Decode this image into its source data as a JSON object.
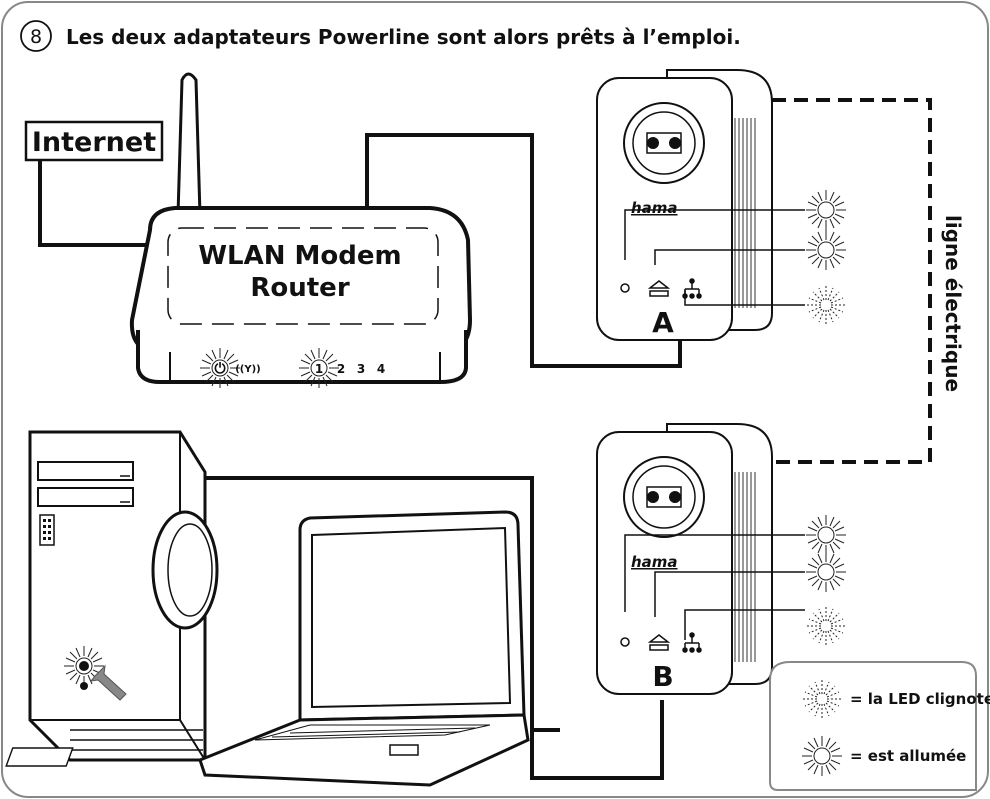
{
  "step_number": "8",
  "title": "Les deux adaptateurs Powerline sont alors prêts à l’emploi.",
  "internet_label": "Internet",
  "router": {
    "line1": "WLAN Modem",
    "line2": "Router",
    "ports": [
      "1",
      "2",
      "3",
      "4"
    ]
  },
  "adapter_a": {
    "brand": "hama",
    "label": "A"
  },
  "adapter_b": {
    "brand": "hama",
    "label": "B"
  },
  "powerline_label": "ligne électrique",
  "legend": {
    "blinking": "= la LED clignote",
    "steady": "= est allumée"
  }
}
